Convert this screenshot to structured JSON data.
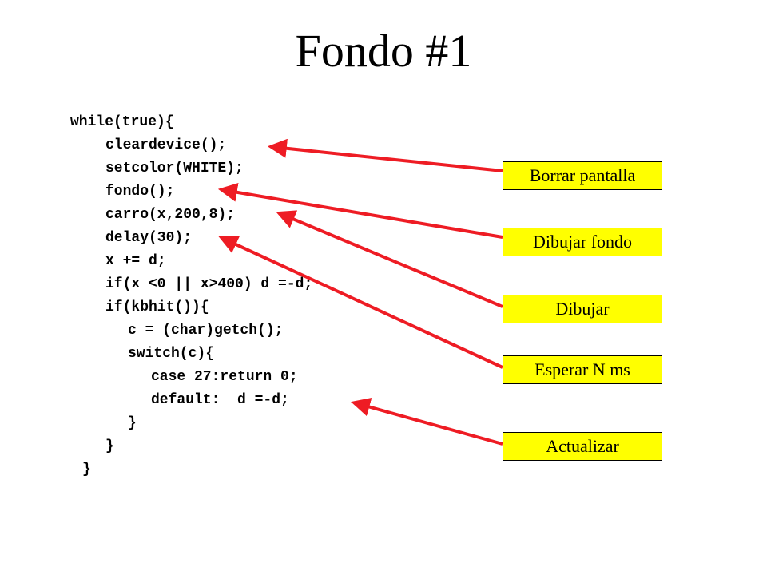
{
  "title": "Fondo #1",
  "code_lines": [
    "while(true){",
    "cleardevice();",
    "setcolor(WHITE);",
    "fondo();",
    "carro(x,200,8);",
    "delay(30);",
    "x += d;",
    "if(x <0 || x>400) d =-d;",
    "if(kbhit()){",
    "c = (char)getch();",
    "switch(c){",
    "case 27:return 0;",
    "default:  d =-d;",
    "}",
    "}",
    "}"
  ],
  "labels": [
    "Borrar pantalla",
    "Dibujar fondo",
    "Dibujar",
    "Esperar N ms",
    "Actualizar"
  ],
  "colors": {
    "label_fill": "#ffff00",
    "arrow": "#ee1c24",
    "text": "#000000"
  }
}
